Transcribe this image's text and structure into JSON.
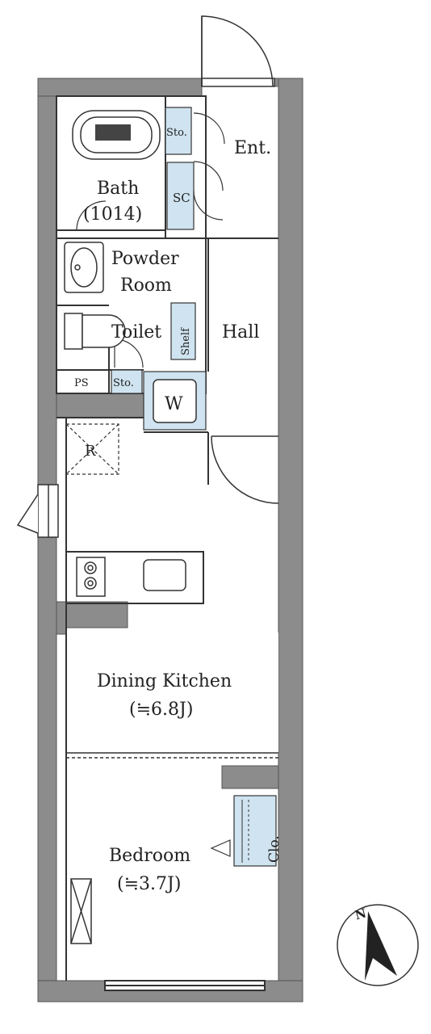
{
  "rooms": {
    "entrance": "Ent.",
    "storage_top": "Sto.",
    "shoe_closet": "SC",
    "bath": "Bath",
    "bath_size": "(1014)",
    "powder_room_line1": "Powder",
    "powder_room_line2": "Room",
    "toilet": "Toilet",
    "shelf": "Shelf",
    "hall": "Hall",
    "pipe_space": "PS",
    "storage_bottom": "Sto.",
    "washer": "W",
    "refrigerator": "R",
    "dining_kitchen": "Dining Kitchen",
    "dining_kitchen_size": "(≒6.8J)",
    "closet": "Clo.",
    "bedroom": "Bedroom",
    "bedroom_size": "(≒3.7J)"
  },
  "compass": {
    "north_label": "N"
  },
  "colors": {
    "wall": "#8c8c8c",
    "wall_outline": "#555555",
    "storage_fill": "#cfe3f0",
    "line": "#333333",
    "background": "#ffffff"
  }
}
